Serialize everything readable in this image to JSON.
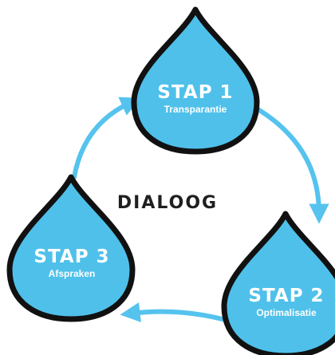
{
  "diagram": {
    "center_label": "DIALOOG",
    "colors": {
      "drop_fill": "#4fc0ea",
      "drop_stroke": "#111111",
      "arrow": "#55c3ee",
      "text": "#ffffff"
    },
    "steps": [
      {
        "title": "STAP 1",
        "subtitle": "Transparantie"
      },
      {
        "title": "STAP 2",
        "subtitle": "Optimalisatie"
      },
      {
        "title": "STAP 3",
        "subtitle": "Afspraken"
      }
    ]
  }
}
